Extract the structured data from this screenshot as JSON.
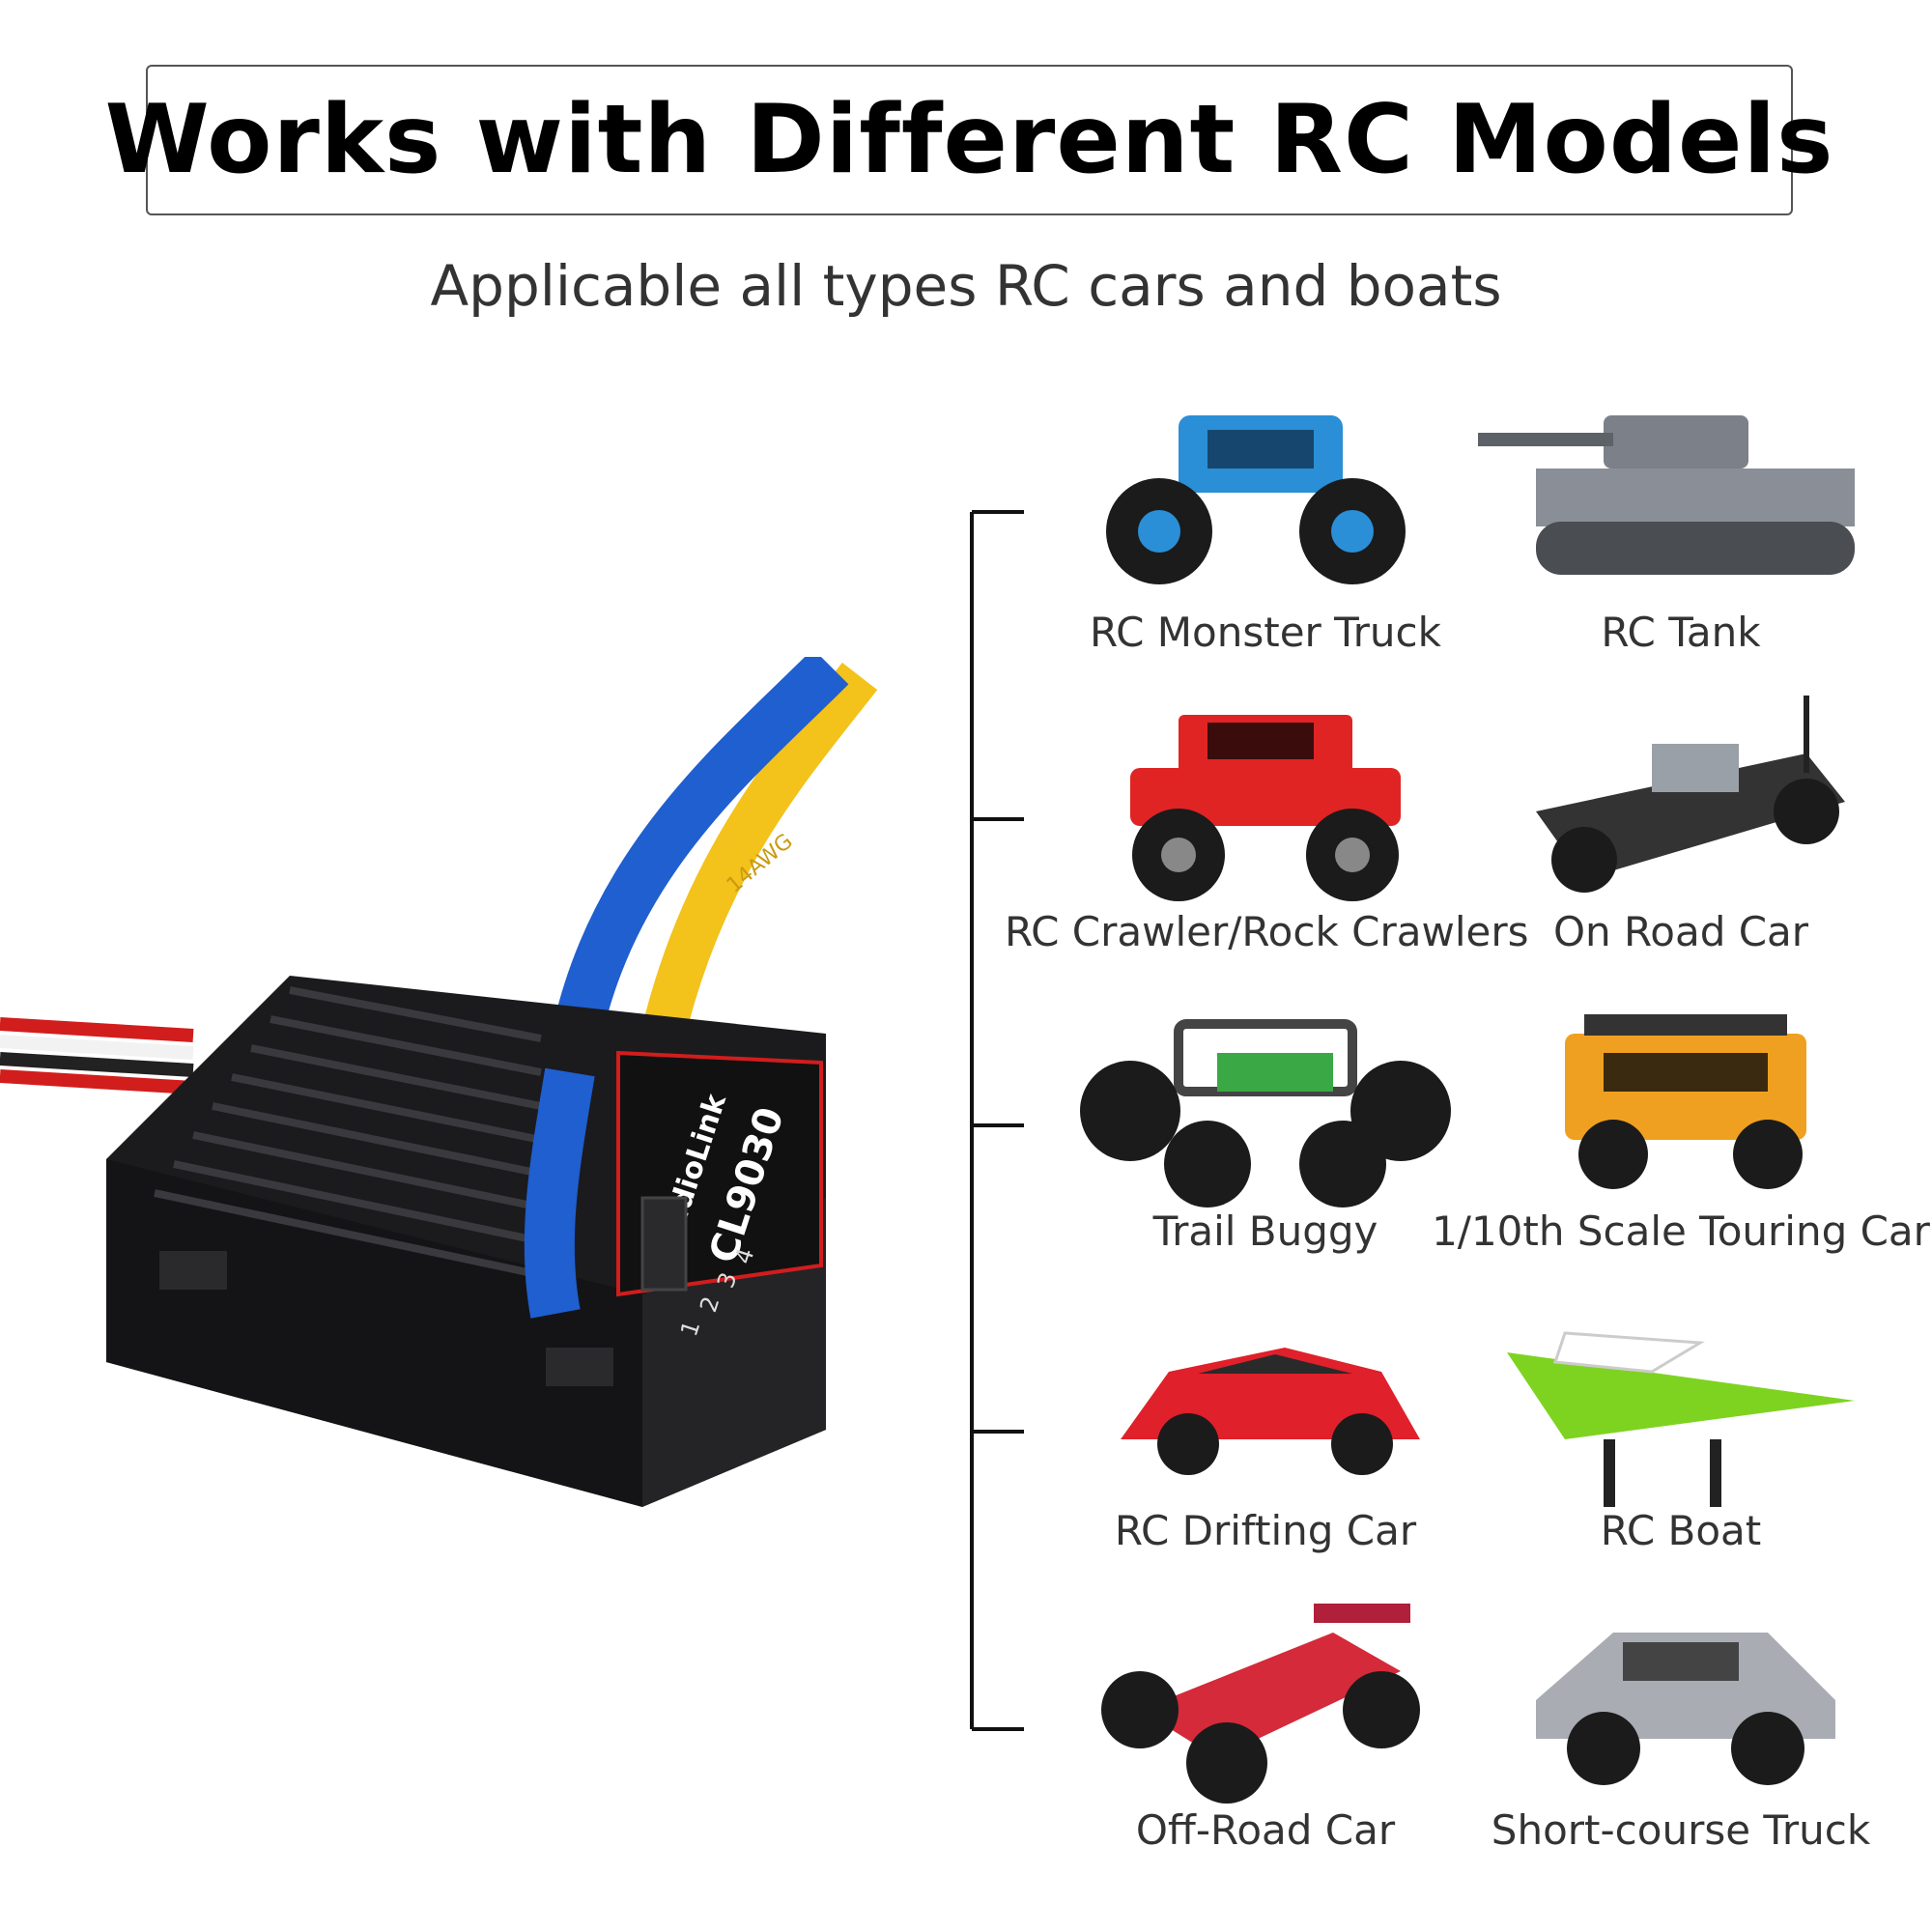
{
  "header": {
    "title": "Works with Different RC Models",
    "subtitle": "Applicable all types RC cars and boats"
  },
  "product": {
    "brand": "RadioLink",
    "model": "CL9030",
    "wire_print": "14AWG",
    "port_numbers": [
      "1",
      "2",
      "3",
      "4"
    ]
  },
  "models": [
    {
      "label": "RC Monster Truck",
      "icon": "monster-truck-icon",
      "color": "#2a8fd6"
    },
    {
      "label": "RC Tank",
      "icon": "tank-icon",
      "color": "#7c8089"
    },
    {
      "label": "RC Crawler/Rock Crawlers",
      "icon": "crawler-icon",
      "color": "#e02424"
    },
    {
      "label": "On Road Car",
      "icon": "on-road-car-icon",
      "color": "#333333"
    },
    {
      "label": "Trail Buggy",
      "icon": "trail-buggy-icon",
      "color": "#3aa845"
    },
    {
      "label": "1/10th Scale Touring Car",
      "icon": "touring-car-icon",
      "color": "#f0a020"
    },
    {
      "label": "RC Drifting Car",
      "icon": "drifting-car-icon",
      "color": "#e0202a"
    },
    {
      "label": "RC Boat",
      "icon": "boat-icon",
      "color": "#7ed321"
    },
    {
      "label": "Off-Road Car",
      "icon": "off-road-car-icon",
      "color": "#d42a3a"
    },
    {
      "label": "Short-course Truck",
      "icon": "short-course-truck-icon",
      "color": "#a9adb3"
    }
  ]
}
